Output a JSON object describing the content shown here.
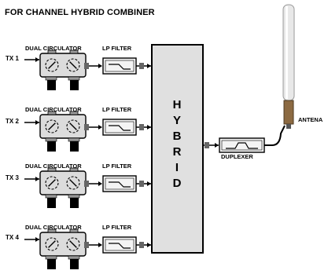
{
  "title": "FOR CHANNEL HYBRID COMBINER",
  "channels": [
    {
      "tx": "TX 1",
      "circulator": "DUAL CIRCULATOR",
      "filter": "LP FILTER"
    },
    {
      "tx": "TX 2",
      "circulator": "DUAL CIRCULATOR",
      "filter": "LP FILTER"
    },
    {
      "tx": "TX 3",
      "circulator": "DUAL CIRCULATOR",
      "filter": "LP FILTER"
    },
    {
      "tx": "TX 4",
      "circulator": "DUAL CIRCULATOR",
      "filter": "LP FILTER"
    }
  ],
  "hybrid_letters": [
    "H",
    "Y",
    "B",
    "R",
    "I",
    "D"
  ],
  "duplexer": "DUPLEXER",
  "antenna": "ANTENA",
  "colors": {
    "hybrid_fill": "#e0e0e0",
    "box_fill": "#dcdcdc",
    "stroke": "#000000",
    "antenna": "#e8e8e8",
    "antenna_base": "#8c6a42"
  }
}
